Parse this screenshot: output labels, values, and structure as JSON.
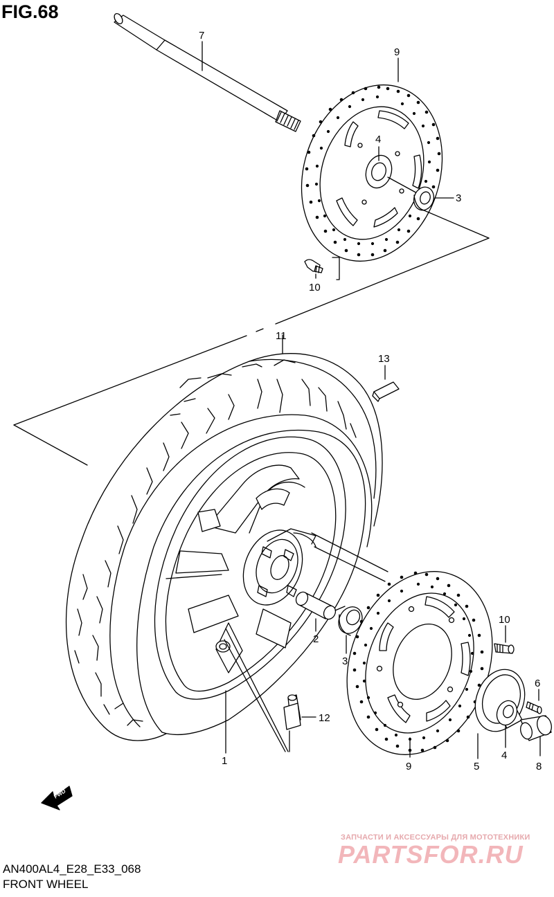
{
  "figure": {
    "title": "FIG.68",
    "model_code": "AN400AL4_E28_E33_068",
    "subtitle": "FRONT WHEEL"
  },
  "direction_marker": {
    "label": "FWD",
    "icon": "forward-arrow-icon"
  },
  "callouts": [
    {
      "id": "callout-7",
      "label": "7",
      "part": "front-axle"
    },
    {
      "id": "callout-9-top",
      "label": "9",
      "part": "brake-disc"
    },
    {
      "id": "callout-4-top",
      "label": "4",
      "part": "spacer"
    },
    {
      "id": "callout-3-top",
      "label": "3",
      "part": "bearing"
    },
    {
      "id": "callout-10-top",
      "label": "10",
      "part": "disc-bolt"
    },
    {
      "id": "callout-11",
      "label": "11",
      "part": "tire"
    },
    {
      "id": "callout-13",
      "label": "13",
      "part": "balancer-weight"
    },
    {
      "id": "callout-2",
      "label": "2",
      "part": "center-spacer"
    },
    {
      "id": "callout-3-bottom",
      "label": "3",
      "part": "bearing"
    },
    {
      "id": "callout-10-bottom",
      "label": "10",
      "part": "disc-bolt"
    },
    {
      "id": "callout-6",
      "label": "6",
      "part": "screw"
    },
    {
      "id": "callout-12",
      "label": "12",
      "part": "valve"
    },
    {
      "id": "callout-1",
      "label": "1",
      "part": "wheel-rim"
    },
    {
      "id": "callout-9-bottom",
      "label": "9",
      "part": "brake-disc"
    },
    {
      "id": "callout-5",
      "label": "5",
      "part": "sensor-rotor"
    },
    {
      "id": "callout-4-bottom",
      "label": "4",
      "part": "spacer"
    },
    {
      "id": "callout-8",
      "label": "8",
      "part": "collar"
    }
  ],
  "watermark": {
    "tagline": "ЗАПЧАСТИ И АКСЕССУАРЫ ДЛЯ МОТОТЕХНИКИ",
    "brand": "PARTSFOR.RU"
  },
  "colors": {
    "line": "#000000",
    "background": "#ffffff",
    "watermark": "#f2b6ba"
  }
}
